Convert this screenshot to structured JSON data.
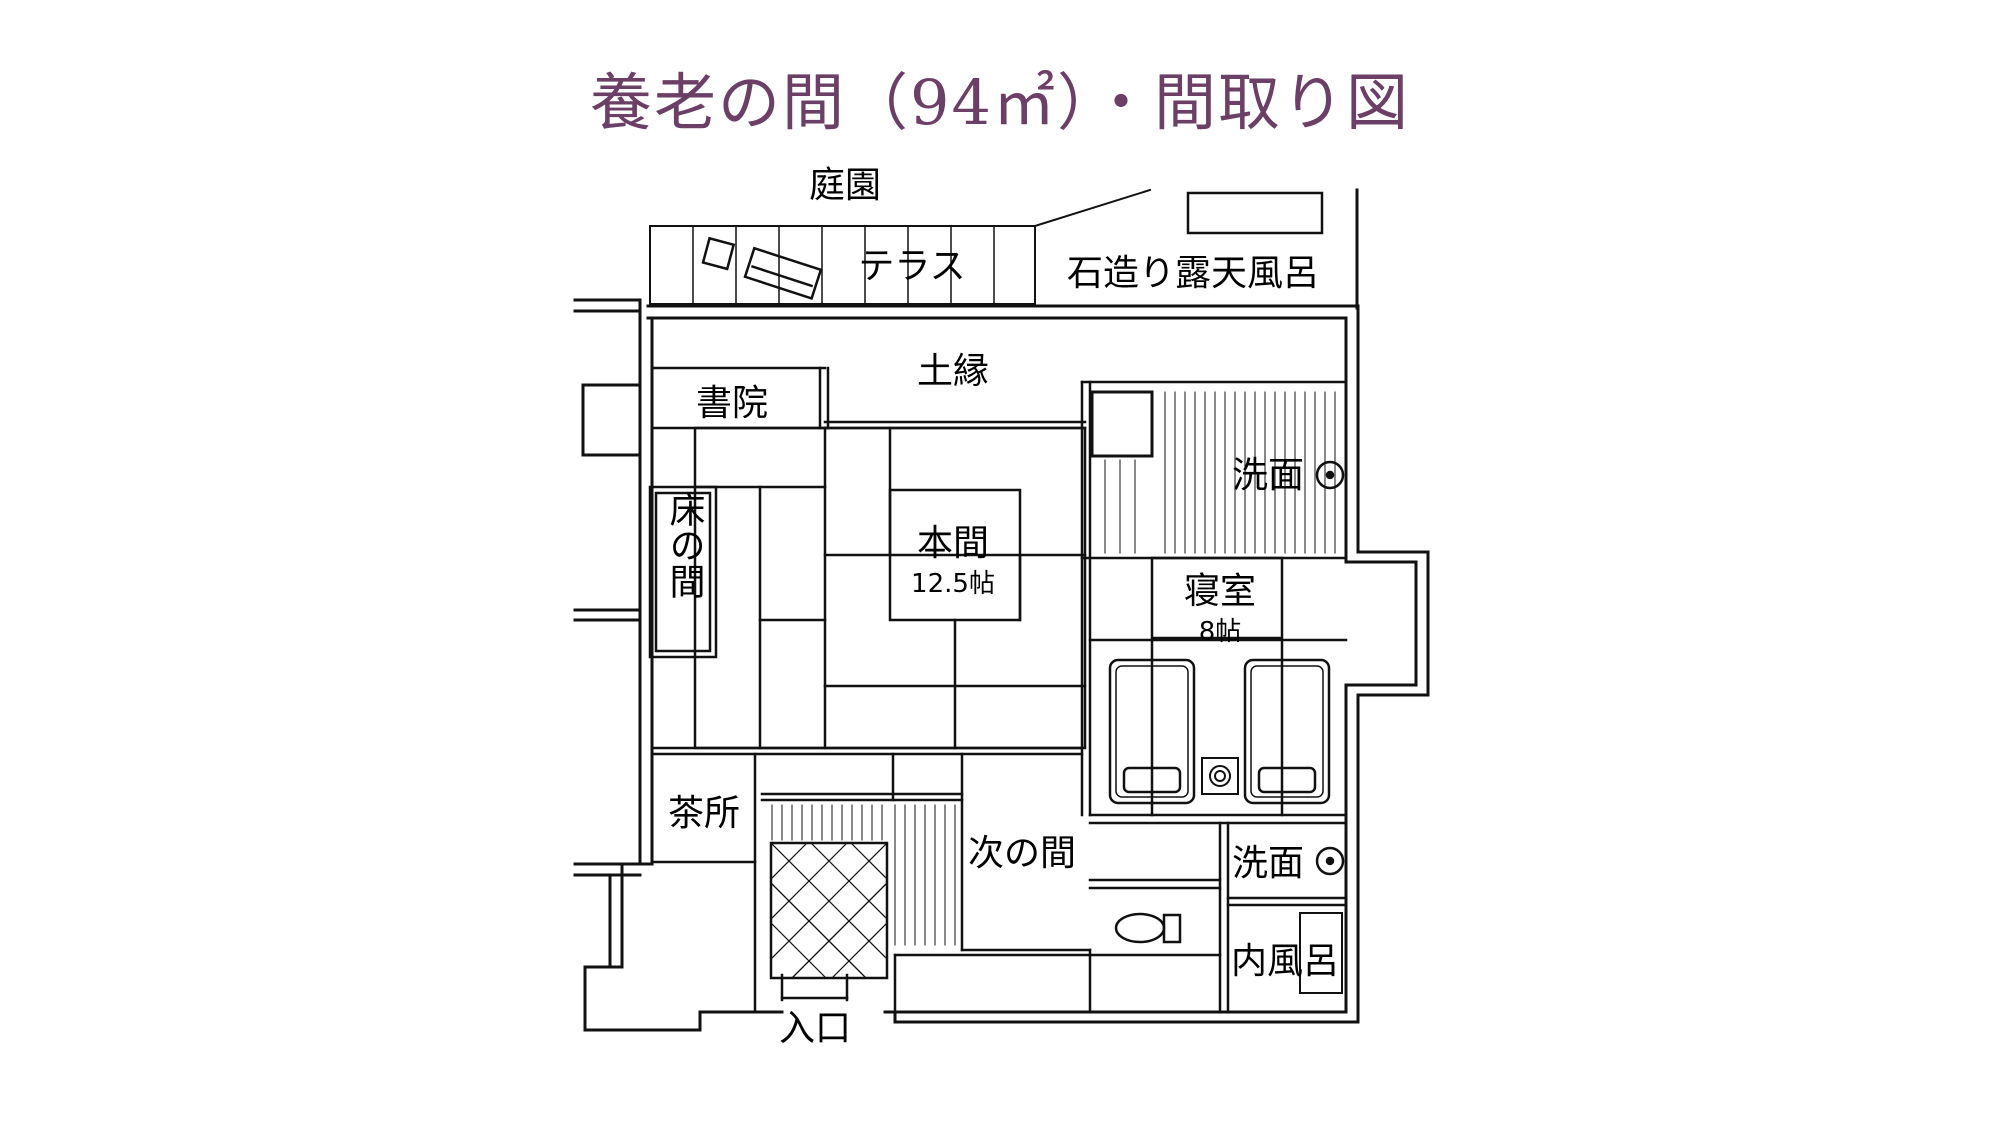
{
  "title": "養老の間（94㎡）・間取り図",
  "colors": {
    "title": "#6b3f66",
    "line": "#111111"
  },
  "rooms": {
    "garden": "庭園",
    "terrace": "テラス",
    "open_air_bath": "石造り露天風呂",
    "veranda": "土縁",
    "shoin": "書院",
    "tokonoma": "床の間",
    "main_room": "本間",
    "main_room_size": "12.5帖",
    "washroom_top": "洗面",
    "bedroom": "寝室",
    "bedroom_size": "8帖",
    "tea_corner": "茶所",
    "next_room": "次の間",
    "washroom_bottom": "洗面",
    "indoor_bath": "内風呂",
    "entrance": "入口"
  }
}
